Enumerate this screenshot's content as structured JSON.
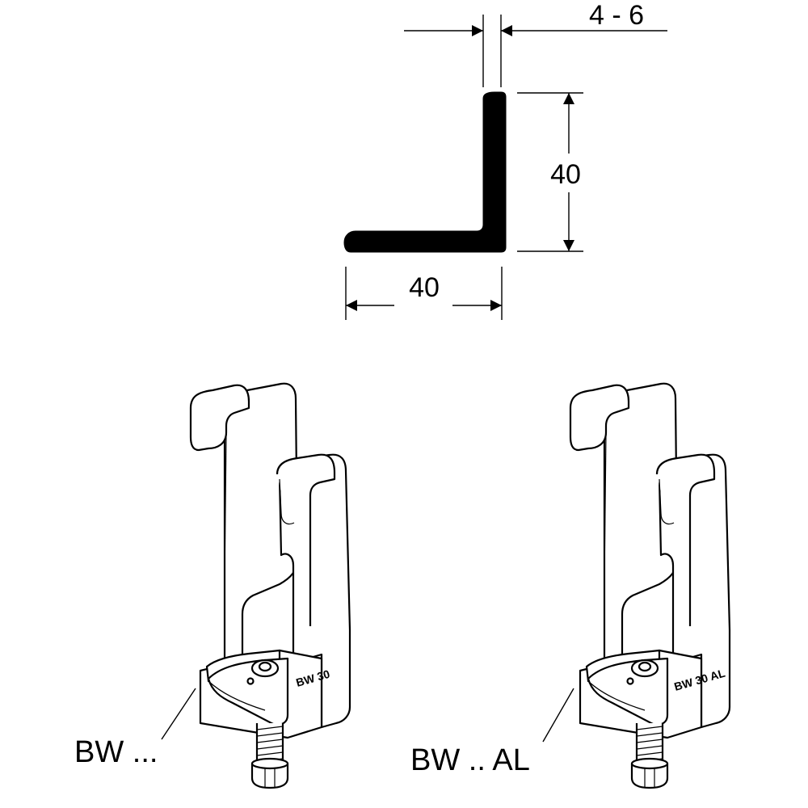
{
  "profile": {
    "thickness_label": "4 - 6",
    "height_label": "40",
    "width_label": "40"
  },
  "clamps": [
    {
      "label": "BW ...",
      "stamp": "BW 30"
    },
    {
      "label": "BW .. AL",
      "stamp": "BW 30 AL"
    }
  ]
}
